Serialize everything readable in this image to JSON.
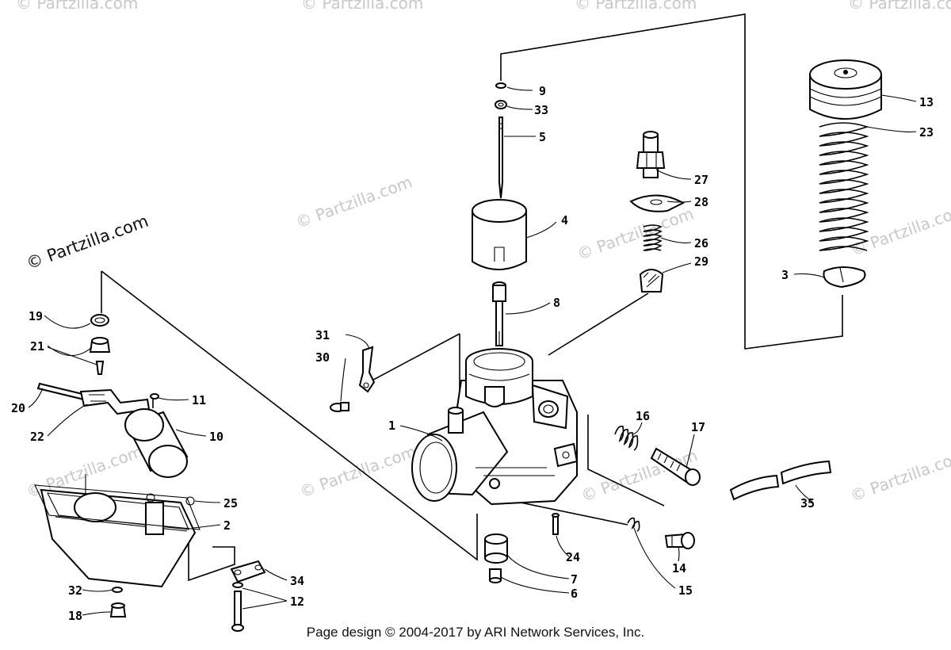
{
  "watermarks": {
    "main": "© Partzilla.com",
    "faint": "© Partzilla.com"
  },
  "callouts": [
    {
      "id": "c1",
      "text": "1"
    },
    {
      "id": "c2",
      "text": "2"
    },
    {
      "id": "c3",
      "text": "3"
    },
    {
      "id": "c4",
      "text": "4"
    },
    {
      "id": "c5",
      "text": "5"
    },
    {
      "id": "c6",
      "text": "6"
    },
    {
      "id": "c7",
      "text": "7"
    },
    {
      "id": "c8",
      "text": "8"
    },
    {
      "id": "c9",
      "text": "9"
    },
    {
      "id": "c10",
      "text": "10"
    },
    {
      "id": "c11",
      "text": "11"
    },
    {
      "id": "c12",
      "text": "12"
    },
    {
      "id": "c13",
      "text": "13"
    },
    {
      "id": "c14",
      "text": "14"
    },
    {
      "id": "c15",
      "text": "15"
    },
    {
      "id": "c16",
      "text": "16"
    },
    {
      "id": "c17",
      "text": "17"
    },
    {
      "id": "c18",
      "text": "18"
    },
    {
      "id": "c19",
      "text": "19"
    },
    {
      "id": "c20",
      "text": "20"
    },
    {
      "id": "c21",
      "text": "21"
    },
    {
      "id": "c22",
      "text": "22"
    },
    {
      "id": "c23",
      "text": "23"
    },
    {
      "id": "c24",
      "text": "24"
    },
    {
      "id": "c25",
      "text": "25"
    },
    {
      "id": "c26",
      "text": "26"
    },
    {
      "id": "c27",
      "text": "27"
    },
    {
      "id": "c28",
      "text": "28"
    },
    {
      "id": "c29",
      "text": "29"
    },
    {
      "id": "c30",
      "text": "30"
    },
    {
      "id": "c31",
      "text": "31"
    },
    {
      "id": "c32",
      "text": "32"
    },
    {
      "id": "c33",
      "text": "33"
    },
    {
      "id": "c34",
      "text": "34"
    },
    {
      "id": "c35",
      "text": "35"
    }
  ],
  "footer": "Page design © 2004-2017 by ARI Network Services, Inc."
}
